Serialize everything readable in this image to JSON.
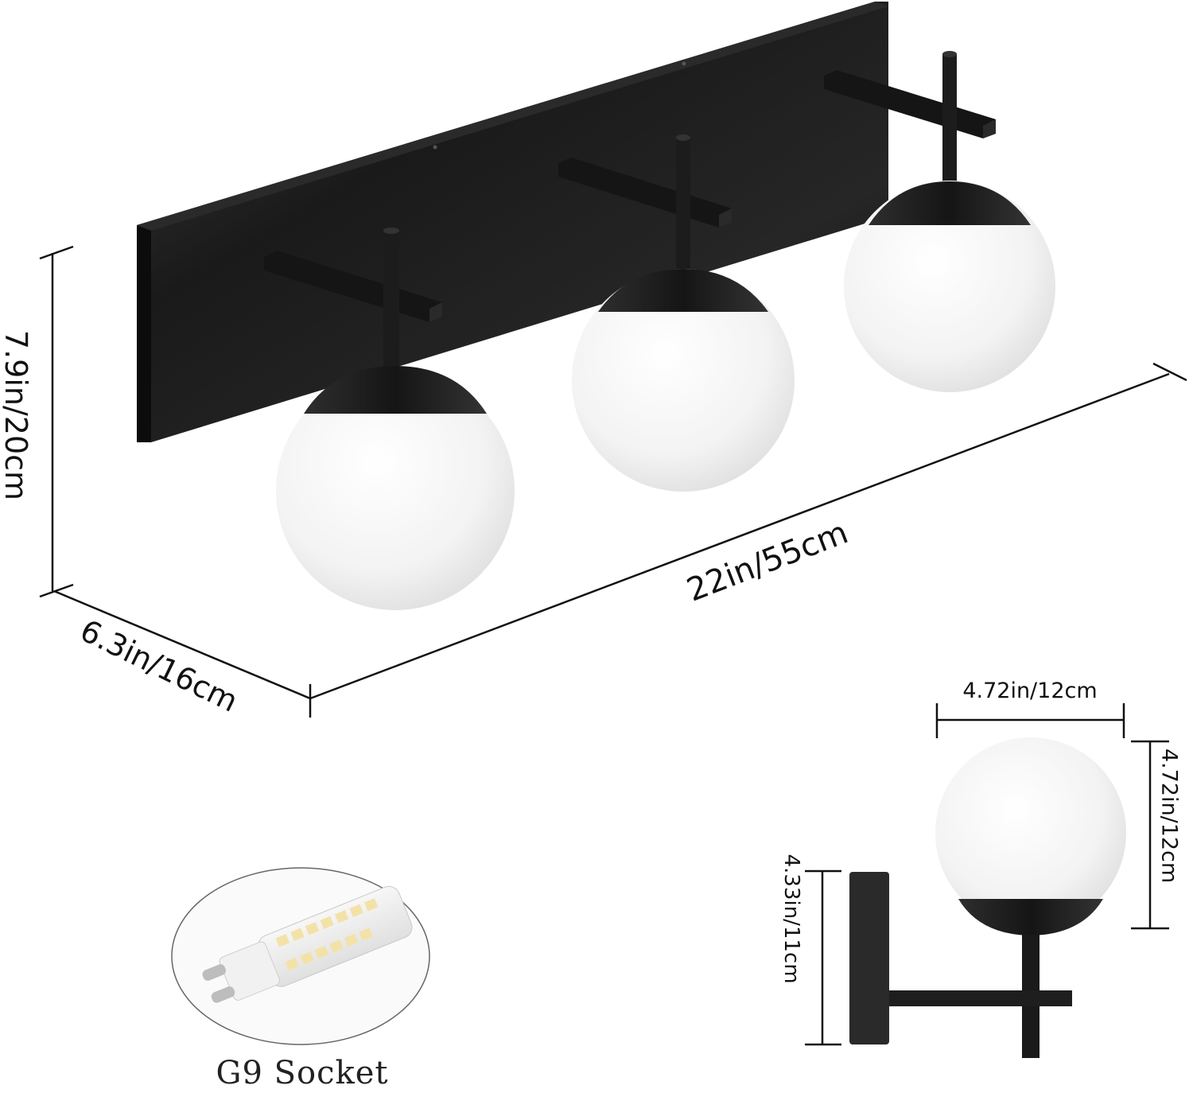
{
  "product": {
    "name": "3-light globe vanity wall fixture",
    "finish_color": "#141414",
    "globe_color": "#f4f4f4",
    "light_count": 3
  },
  "dimensions": {
    "height": "7.9in/20cm",
    "depth": "6.3in/16cm",
    "width": "22in/55cm",
    "globe_width": "4.72in/12cm",
    "globe_height": "4.72in/12cm",
    "backplate_height": "4.33in/11cm"
  },
  "callouts": {
    "socket_label": "G9 Socket"
  },
  "colors": {
    "background": "#ffffff",
    "dimension_line": "#111111",
    "led_chip": "#f3e2a8"
  }
}
